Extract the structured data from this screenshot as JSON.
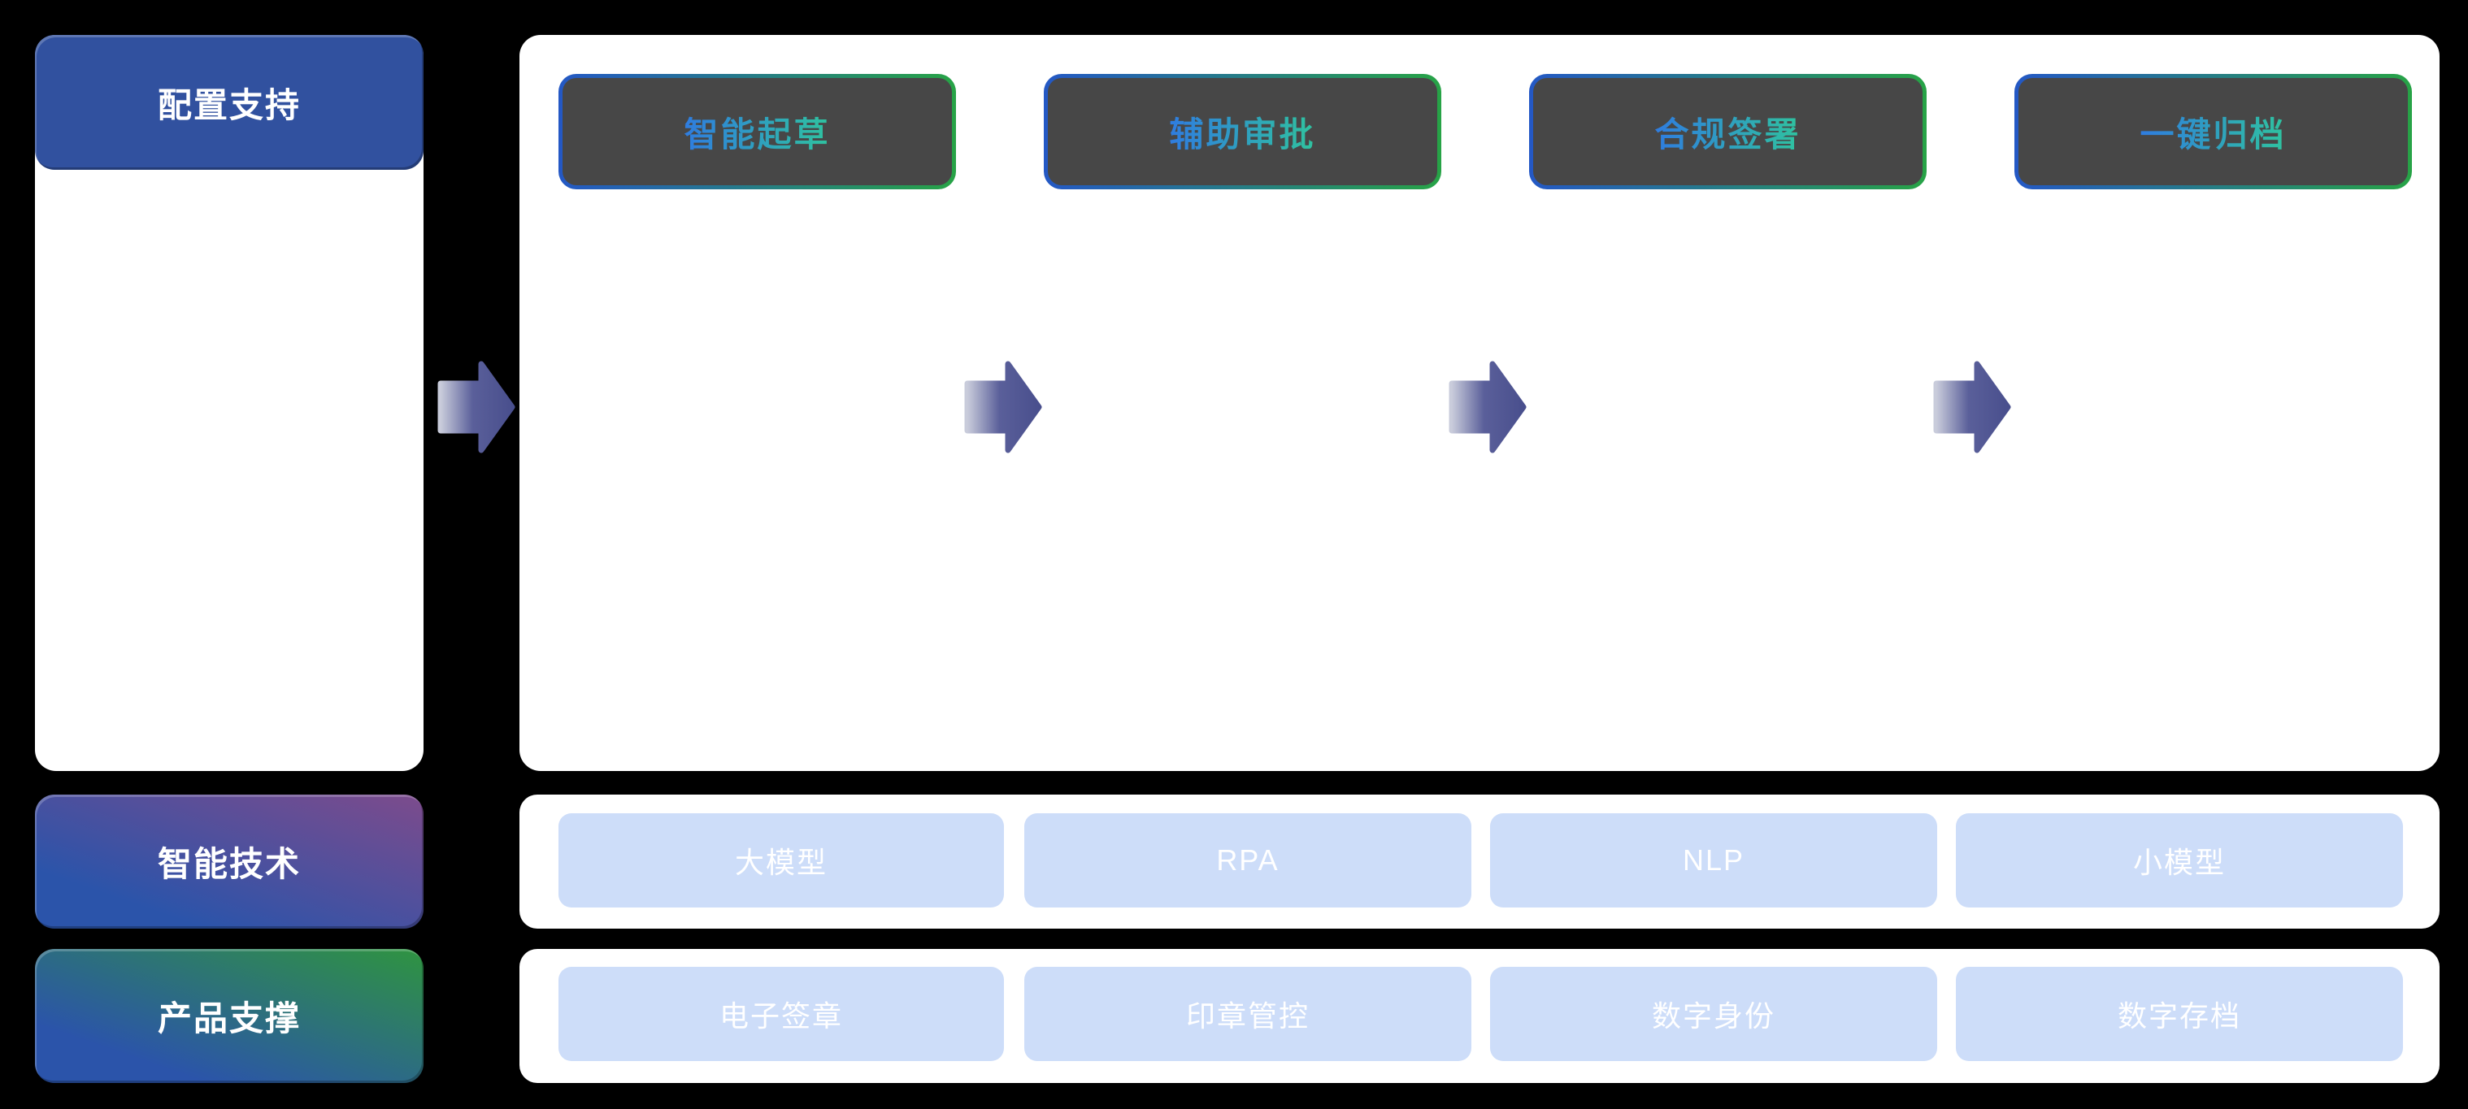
{
  "sidebar": {
    "config_label": "配置支持",
    "tech_label": "智能技术",
    "product_label": "产品支撑"
  },
  "flow": {
    "steps": [
      {
        "label": "智能起草"
      },
      {
        "label": "辅助审批"
      },
      {
        "label": "合规签署"
      },
      {
        "label": "一键归档"
      }
    ]
  },
  "tech_row": {
    "items": [
      "大模型",
      "RPA",
      "NLP",
      "小模型"
    ]
  },
  "product_row": {
    "items": [
      "电子签章",
      "印章管控",
      "数字身份",
      "数字存档"
    ]
  },
  "colors": {
    "background": "#000000",
    "panel": "#ffffff",
    "sidebar_blue": "#31519f",
    "tech_gradient": [
      "#2b54aa",
      "#7d4b8c"
    ],
    "product_gradient": [
      "#2b54aa",
      "#2f9440"
    ],
    "step_fill": "#474747",
    "step_border_gradient": [
      "#2458c5",
      "#27a346"
    ],
    "step_text_gradient": [
      "#2f7ce0",
      "#2fc39f"
    ],
    "chip_blue": "#cdddf9",
    "chip_text": "#ffffff",
    "arrow_gradient": [
      "#c9ccdb",
      "#494f8d"
    ]
  }
}
